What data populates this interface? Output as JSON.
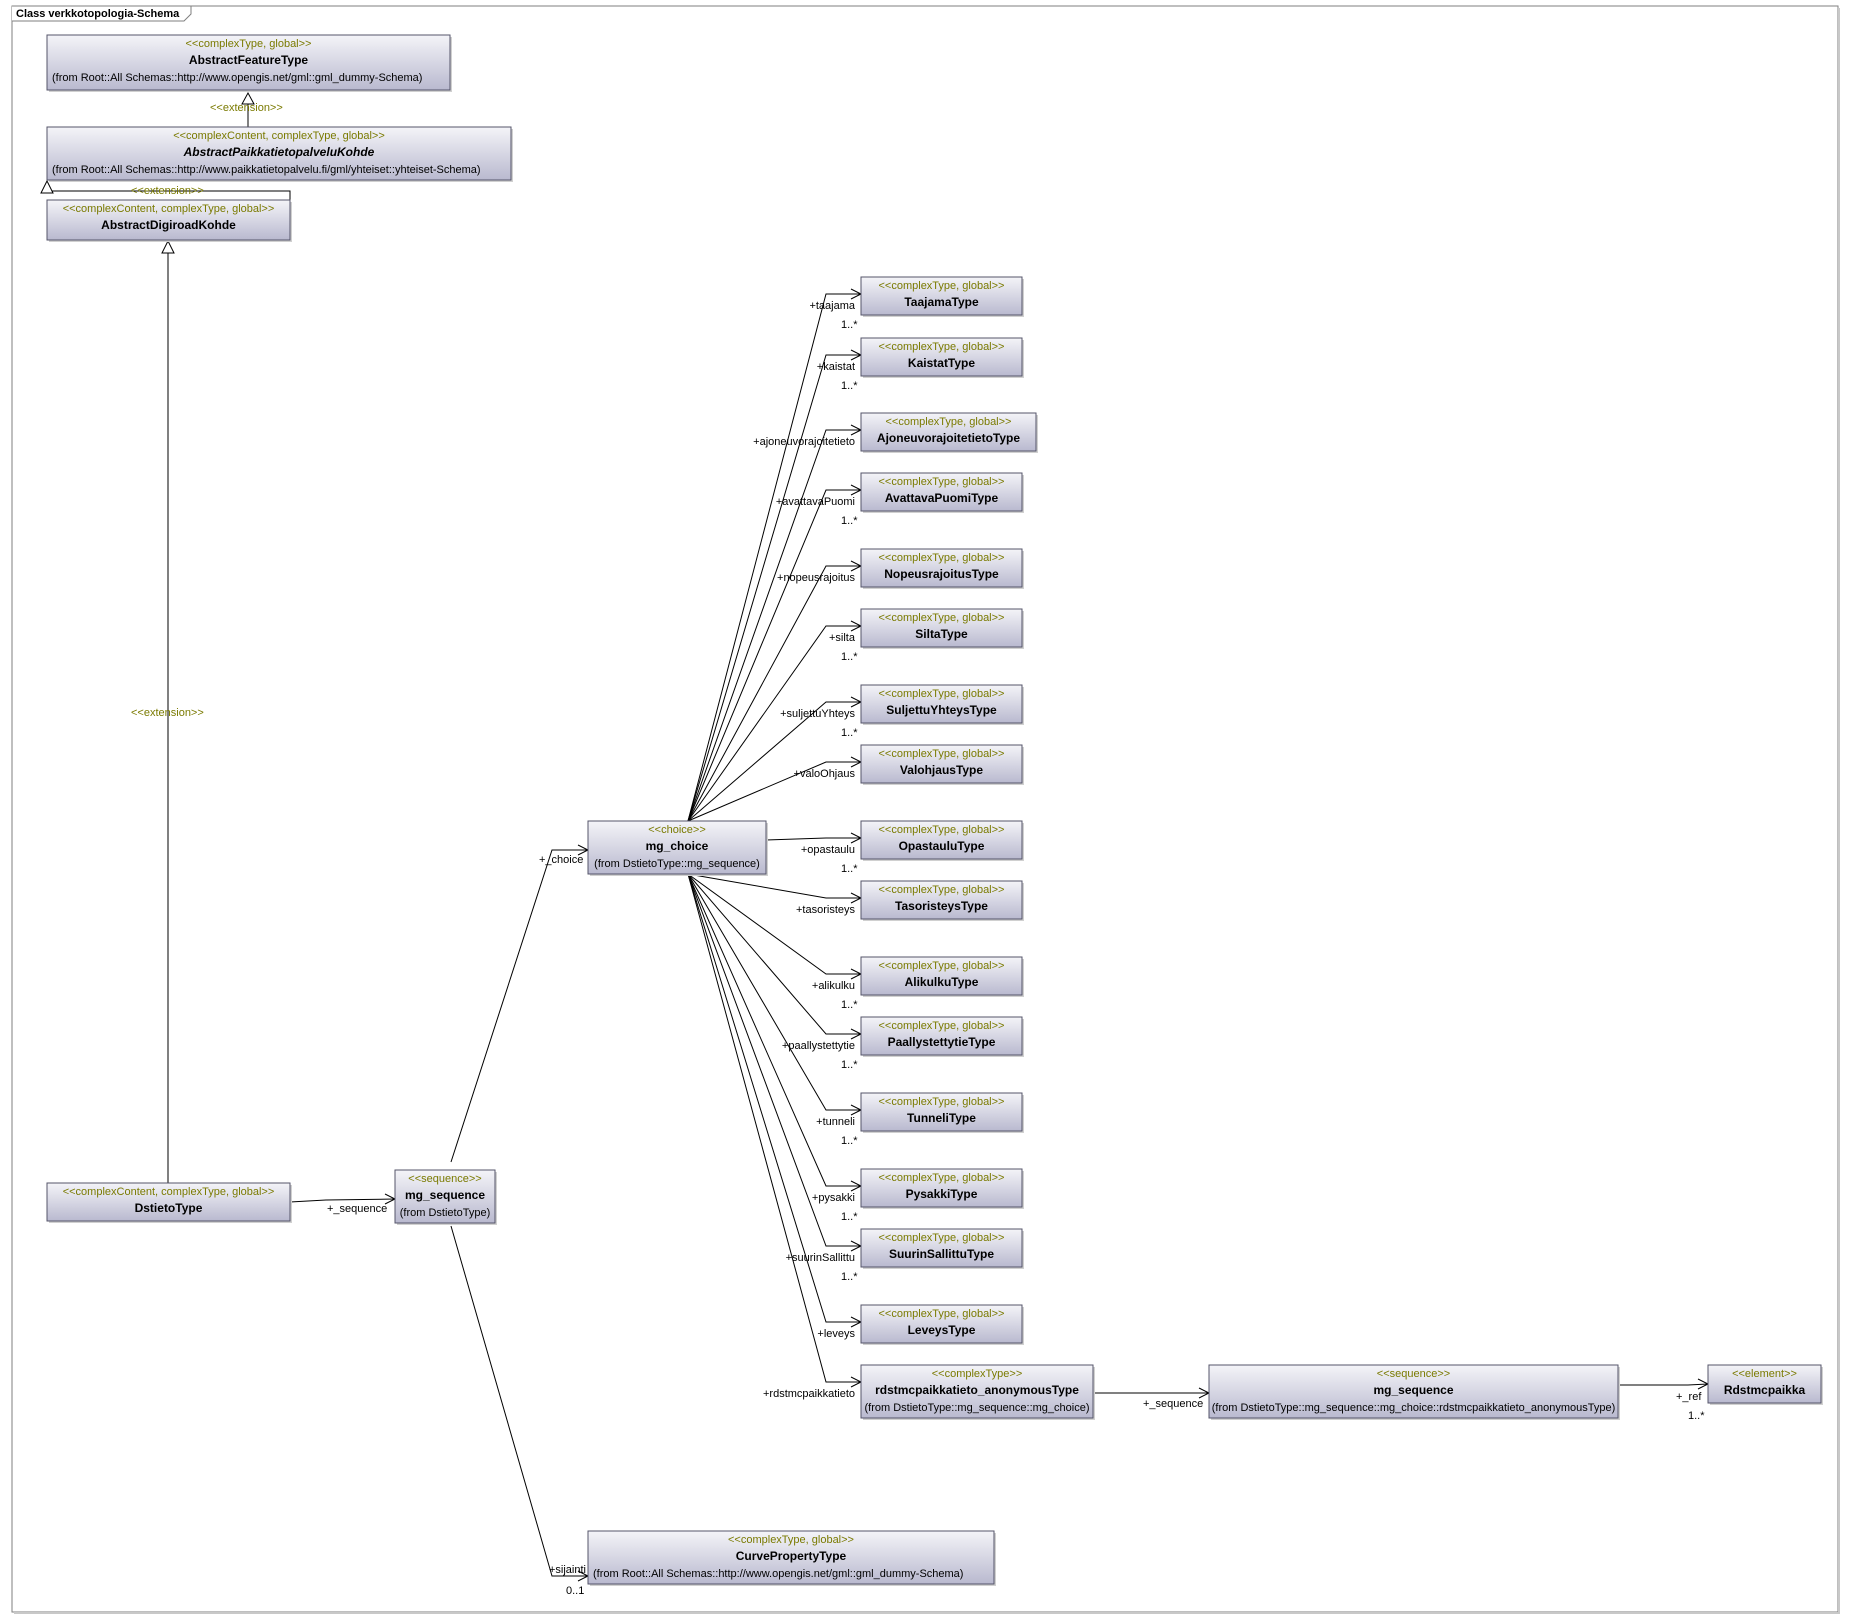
{
  "frame_title": "Class verkkotopologia-Schema",
  "extension_label": "<<extension>>",
  "classes": [
    {
      "id": "abstract-feature-type",
      "stereotype": "<<complexType, global>>",
      "name": "AbstractFeatureType",
      "from": "(from Root::All Schemas::http://www.opengis.net/gml::gml_dummy-Schema)",
      "italic": false
    },
    {
      "id": "abstract-paikkatietopalvelu-kohde",
      "stereotype": "<<complexContent, complexType, global>>",
      "name": "AbstractPaikkatietopalveluKohde",
      "from": "(from Root::All Schemas::http://www.paikkatietopalvelu.fi/gml/yhteiset::yhteiset-Schema)",
      "italic": true
    },
    {
      "id": "abstract-digiroad-kohde",
      "stereotype": "<<complexContent, complexType, global>>",
      "name": "AbstractDigiroadKohde",
      "from": "",
      "italic": false
    },
    {
      "id": "dstieto-type",
      "stereotype": "<<complexContent, complexType, global>>",
      "name": "DstietoType",
      "from": "",
      "italic": false
    },
    {
      "id": "mg-sequence",
      "stereotype": "<<sequence>>",
      "name": "mg_sequence",
      "from": "(from DstietoType)",
      "italic": false
    },
    {
      "id": "mg-choice",
      "stereotype": "<<choice>>",
      "name": "mg_choice",
      "from": "(from DstietoType::mg_sequence)",
      "italic": false
    },
    {
      "id": "taajama-type",
      "stereotype": "<<complexType, global>>",
      "name": "TaajamaType",
      "from": "",
      "italic": false
    },
    {
      "id": "kaistat-type",
      "stereotype": "<<complexType, global>>",
      "name": "KaistatType",
      "from": "",
      "italic": false
    },
    {
      "id": "ajoneuvorajoitetieto-type",
      "stereotype": "<<complexType, global>>",
      "name": "AjoneuvorajoitetietoType",
      "from": "",
      "italic": false
    },
    {
      "id": "avattavapuomi-type",
      "stereotype": "<<complexType, global>>",
      "name": "AvattavaPuomiType",
      "from": "",
      "italic": false
    },
    {
      "id": "nopeusrajoitus-type",
      "stereotype": "<<complexType, global>>",
      "name": "NopeusrajoitusType",
      "from": "",
      "italic": false
    },
    {
      "id": "silta-type",
      "stereotype": "<<complexType, global>>",
      "name": "SiltaType",
      "from": "",
      "italic": false
    },
    {
      "id": "suljettuyhteys-type",
      "stereotype": "<<complexType, global>>",
      "name": "SuljettuYhteysType",
      "from": "",
      "italic": false
    },
    {
      "id": "valohjaus-type",
      "stereotype": "<<complexType, global>>",
      "name": "ValohjausType",
      "from": "",
      "italic": false
    },
    {
      "id": "opastaulu-type",
      "stereotype": "<<complexType, global>>",
      "name": "OpastauluType",
      "from": "",
      "italic": false
    },
    {
      "id": "tasoristeys-type",
      "stereotype": "<<complexType, global>>",
      "name": "TasoristeysType",
      "from": "",
      "italic": false
    },
    {
      "id": "alikulku-type",
      "stereotype": "<<complexType, global>>",
      "name": "AlikulkuType",
      "from": "",
      "italic": false
    },
    {
      "id": "paallystettytie-type",
      "stereotype": "<<complexType, global>>",
      "name": "PaallystettytieType",
      "from": "",
      "italic": false
    },
    {
      "id": "tunneli-type",
      "stereotype": "<<complexType, global>>",
      "name": "TunneliType",
      "from": "",
      "italic": false
    },
    {
      "id": "pysakki-type",
      "stereotype": "<<complexType, global>>",
      "name": "PysakkiType",
      "from": "",
      "italic": false
    },
    {
      "id": "suurinsallittu-type",
      "stereotype": "<<complexType, global>>",
      "name": "SuurinSallittuType",
      "from": "",
      "italic": false
    },
    {
      "id": "leveys-type",
      "stereotype": "<<complexType, global>>",
      "name": "LeveysType",
      "from": "",
      "italic": false
    },
    {
      "id": "rdstmc-anonymous-type",
      "stereotype": "<<complexType>>",
      "name": "rdstmcpaikkatieto_anonymousType",
      "from": "(from DstietoType::mg_sequence::mg_choice)",
      "italic": false
    },
    {
      "id": "mg-sequence-2",
      "stereotype": "<<sequence>>",
      "name": "mg_sequence",
      "from": "(from DstietoType::mg_sequence::mg_choice::rdstmcpaikkatieto_anonymousType)",
      "italic": false
    },
    {
      "id": "rdstmcpaikka",
      "stereotype": "<<element>>",
      "name": "Rdstmcpaikka",
      "from": "",
      "italic": false
    },
    {
      "id": "curve-property-type",
      "stereotype": "<<complexType, global>>",
      "name": "CurvePropertyType",
      "from": "(from Root::All Schemas::http://www.opengis.net/gml::gml_dummy-Schema)",
      "italic": false
    }
  ],
  "roles": {
    "sequence": "+_sequence",
    "choice": "+_choice",
    "sijainti": "+sijainti",
    "sijainti_mult": "0..1",
    "ref": "+_ref",
    "ref_mult": "1..*",
    "sequence2": "+_sequence"
  },
  "choice_links": [
    {
      "role": "+taajama",
      "mult": "1..*"
    },
    {
      "role": "+kaistat",
      "mult": "1..*"
    },
    {
      "role": "+ajoneuvorajoitetieto",
      "mult": ""
    },
    {
      "role": "+avattavaPuomi",
      "mult": "1..*"
    },
    {
      "role": "+nopeusrajoitus",
      "mult": ""
    },
    {
      "role": "+silta",
      "mult": "1..*"
    },
    {
      "role": "+suljettuYhteys",
      "mult": "1..*"
    },
    {
      "role": "+valoOhjaus",
      "mult": ""
    },
    {
      "role": "+opastaulu",
      "mult": "1..*"
    },
    {
      "role": "+tasoristeys",
      "mult": ""
    },
    {
      "role": "+alikulku",
      "mult": "1..*"
    },
    {
      "role": "+paallystettytie",
      "mult": "1..*"
    },
    {
      "role": "+tunneli",
      "mult": "1..*"
    },
    {
      "role": "+pysakki",
      "mult": "1..*"
    },
    {
      "role": "+suurinSallittu",
      "mult": "1..*"
    },
    {
      "role": "+leveys",
      "mult": ""
    },
    {
      "role": "+rdstmcpaikkatieto",
      "mult": ""
    }
  ],
  "colors": {
    "box_top": "#f4f4f8",
    "box_bottom": "#b9b9cf",
    "box_border": "#55556a",
    "stereotype": "#7a7a00",
    "line": "#000000"
  }
}
